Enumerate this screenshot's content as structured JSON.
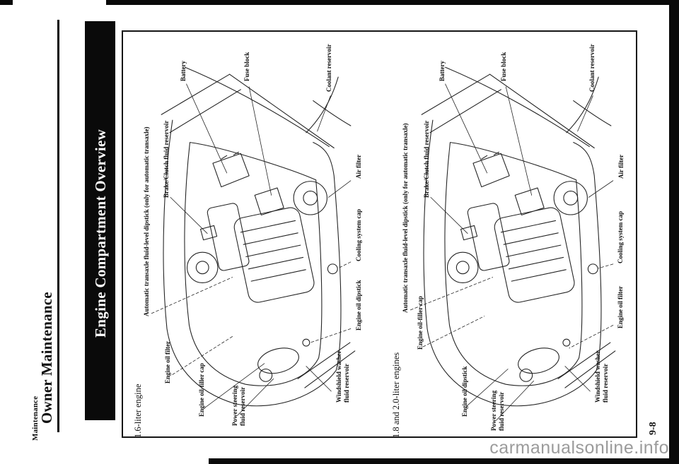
{
  "page": {
    "kicker": "Maintenance",
    "title": "Owner Maintenance",
    "banner": "Engine Compartment Overview",
    "page_number": "9-8",
    "watermark": "carmanualsonline.info"
  },
  "diagrams": [
    {
      "caption": "1.6-liter engine",
      "labels": {
        "battery": "Battery",
        "fuse_block": "Fuse block",
        "coolant_reservoir": "Coolant reservoir",
        "brake_clutch": "Brake/Clutch fluid reservoir",
        "auto_transaxle": "Automatic transaxle fluid-level dipstick (only for automatic transaxle)",
        "air_filter": "Air filter",
        "cooling_system_cap": "Cooling system cap",
        "engine_oil_dipstick": "Engine oil dipstick",
        "engine_oil_filter": "Engine oil filter",
        "engine_oil_filler_cap": "Engine oil-filler cap",
        "power_steering": "Power steering\nfluid reservoir",
        "windshield_washer": "Windshield washer\nfluid reservoir"
      }
    },
    {
      "caption": "1.8 and 2.0-liter engines",
      "labels": {
        "battery": "Battery",
        "fuse_block": "Fuse block",
        "coolant_reservoir": "Coolant reservoir",
        "brake_clutch": "Brake/Clutch fluid reservoir",
        "auto_transaxle": "Automatic transaxle fluid-level dipstick (only for automatic transaxle)",
        "air_filter": "Air filter",
        "cooling_system_cap": "Cooling system cap",
        "engine_oil_filter": "Engine oil filter",
        "engine_oil_filler_cap": "Engine oil-filler cap",
        "engine_oil_dipstick": "Engine oil dipstick",
        "power_steering": "Power steering\nfluid reservoir",
        "windshield_washer": "Windshield washer\nfluid reservoir"
      }
    }
  ]
}
